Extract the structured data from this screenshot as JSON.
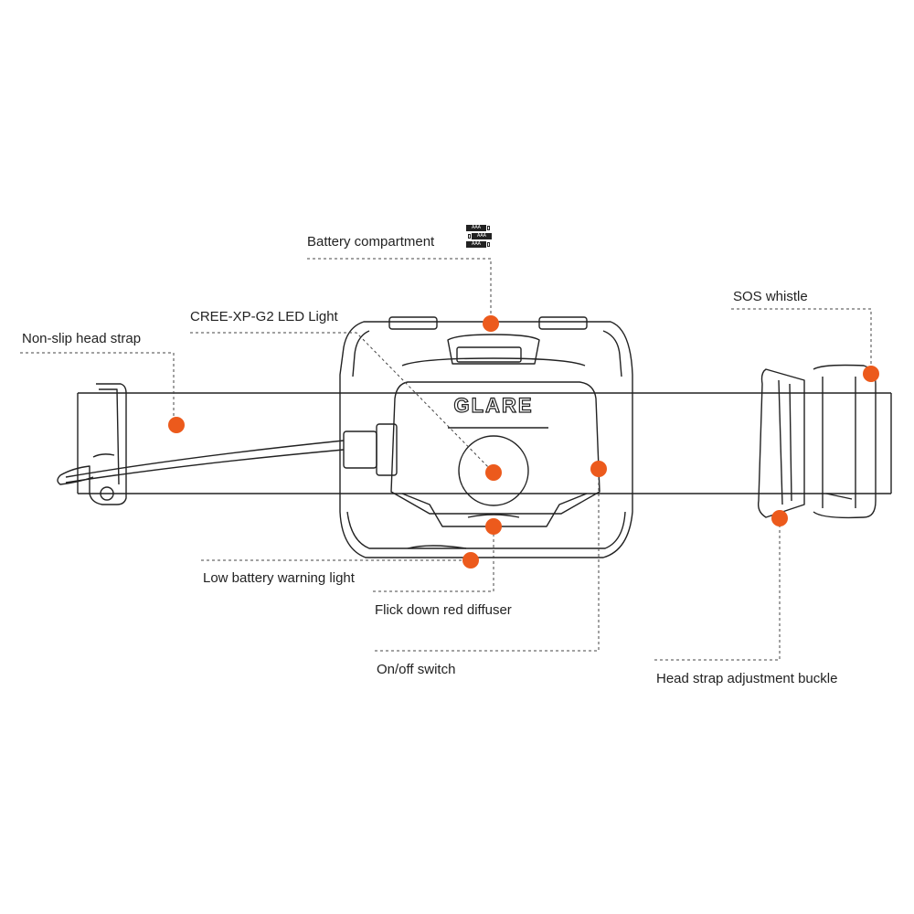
{
  "brand": {
    "logo_text": "GLARE"
  },
  "colors": {
    "marker": "#ec5a1c",
    "line": "#222222",
    "background": "#ffffff"
  },
  "icons": {
    "battery_indicator": "aaa-battery-orientation-icon"
  },
  "battery_icon": {
    "cell_text": "AAA"
  },
  "callouts": [
    {
      "id": "battery-compartment",
      "label": "Battery compartment"
    },
    {
      "id": "cree-led-light",
      "label": "CREE-XP-G2 LED Light"
    },
    {
      "id": "sos-whistle",
      "label": "SOS whistle"
    },
    {
      "id": "non-slip-head-strap",
      "label": "Non-slip head strap"
    },
    {
      "id": "low-battery-warning-light",
      "label": "Low battery warning light"
    },
    {
      "id": "flick-down-red-diffuser",
      "label": "Flick down red diffuser"
    },
    {
      "id": "on-off-switch",
      "label": "On/off switch"
    },
    {
      "id": "head-strap-adjustment-buckle",
      "label": "Head strap adjustment buckle"
    }
  ]
}
